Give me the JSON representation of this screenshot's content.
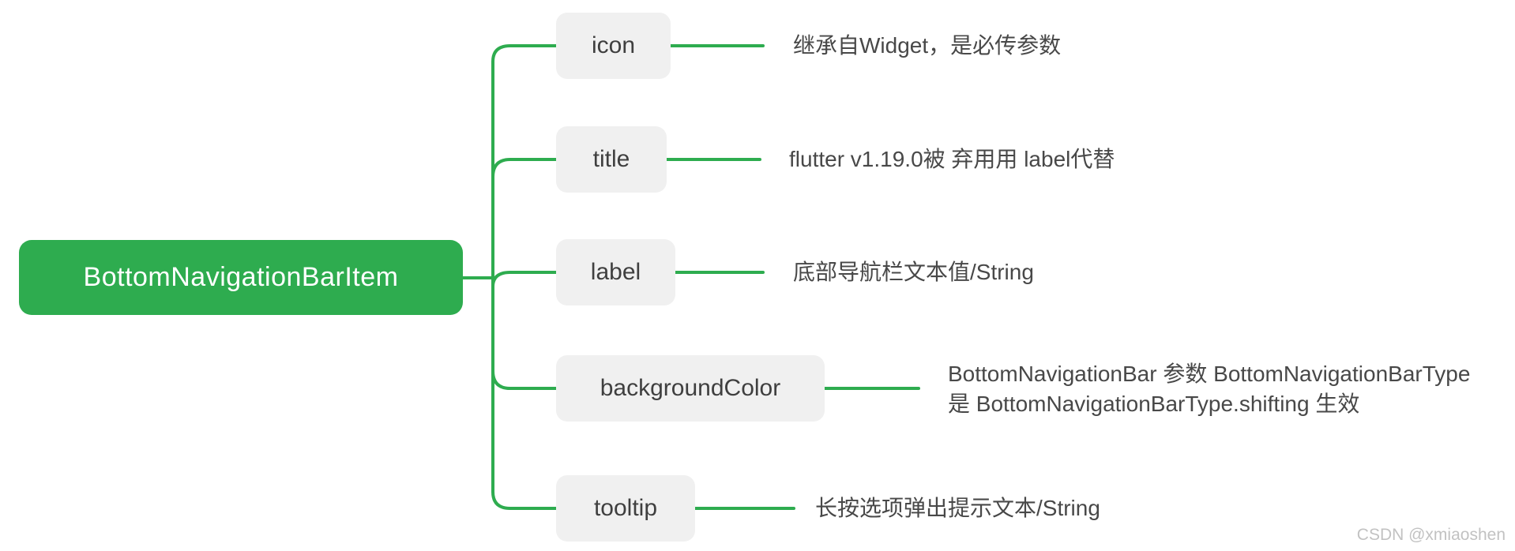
{
  "theme": {
    "accent_green": "#2EAC4F",
    "branch_box_bg": "#F0F0F0",
    "branch_text_color": "#3F3F3F",
    "description_text_color": "#484848",
    "root_text_color": "#FFFFFF",
    "watermark_color": "#C2C2C2"
  },
  "mindmap": {
    "root": {
      "label": "BottomNavigationBarItem"
    },
    "branches": [
      {
        "label": "icon",
        "description": "继承自Widget，是必传参数"
      },
      {
        "label": "title",
        "description": "flutter v1.19.0被 弃用用 label代替"
      },
      {
        "label": "label",
        "description": "底部导航栏文本值/String"
      },
      {
        "label": "backgroundColor",
        "description": "BottomNavigationBar 参数 BottomNavigationBarType\n是 BottomNavigationBarType.shifting 生效"
      },
      {
        "label": "tooltip",
        "description": "长按选项弹出提示文本/String"
      }
    ]
  },
  "watermark": {
    "text": "CSDN @xmiaoshen"
  }
}
